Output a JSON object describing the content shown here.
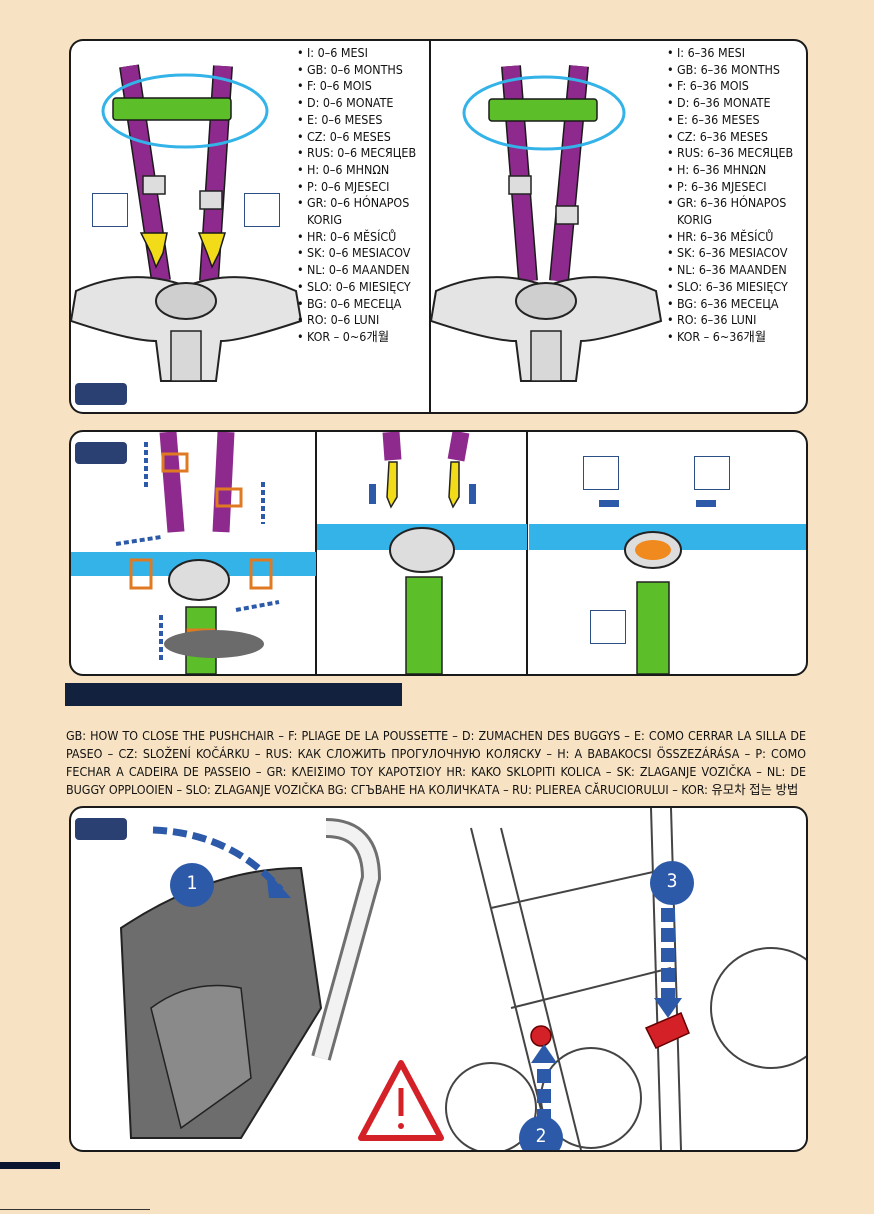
{
  "panel_top_left": {
    "langs": [
      "I: 0–6 MESI",
      "GB: 0–6 MONTHS",
      "F: 0–6 MOIS",
      "D: 0–6 MONATE",
      "E: 0–6 MESES",
      "CZ: 0–6 MESES",
      "RUS: 0–6 МЕСЯЦЕВ",
      "H: 0–6 ΜΗΝΩΝ",
      "P: 0–6 MJESECI",
      "GR: 0–6 HÓNAPOS KORIG",
      "HR: 0–6 MĚSÍCŮ",
      "SK: 0–6 MESIACOV",
      "NL: 0–6 MAANDEN",
      "SLO: 0–6 MIESIĘCY",
      "BG: 0–6 МЕСЕЦА",
      "RO: 0–6 LUNI",
      "KOR – 0~6개월"
    ]
  },
  "panel_top_right": {
    "langs": [
      "I: 6–36 MESI",
      "GB: 6–36 MONTHS",
      "F: 6–36 MOIS",
      "D: 6–36 MONATE",
      "E: 6–36 MESES",
      "CZ: 6–36 MESES",
      "RUS: 6–36 МЕСЯЦЕВ",
      "H: 6–36 ΜΗΝΩΝ",
      "P: 6–36 MJESECI",
      "GR: 6–36 HÓNAPOS KORIG",
      "HR: 6–36 MĚSÍCŮ",
      "SK: 6–36 MESIACOV",
      "NL: 6–36 MAANDEN",
      "SLO: 6–36 MIESIĘCY",
      "BG: 6–36 МЕСЕЦА",
      "RO: 6–36 LUNI",
      "KOR – 6~36개월"
    ]
  },
  "fold_instructions": "GB: HOW TO CLOSE THE PUSHCHAIR – F: PLIAGE DE LA POUSSETTE – D: ZUMACHEN DES BUGGYS – E: COMO CERRAR LA SILLA DE PASEO – CZ: SLOŽENÍ KOČÁRKU – RUS: КАК СЛОЖИТЬ ПРОГУЛОЧНУЮ КОЛЯСКУ – H: A BABAKOCSI ÖSSZEZÁRÁSA – P: COMO FECHAR A CADEIRA DE PASSEIO – GR: ΚΛΕΙΣΙΜΟ ΤΟΥ ΚΑΡΟΤΣΙΟΥ HR: KAKO SKLOPITI KOLICA – SK: ZLAGANJE VOZIČKA – NL: DE BUGGY OPPLOOIEN – SLO: ZLAGANJE VOZIČKA BG: СГЪВАНЕ НА КОЛИЧКАТА – RU: PLIEREA CĂRUCIORULUI – KOR: 유모차 접는 방법",
  "step_numbers": [
    "1",
    "2",
    "3"
  ],
  "colors": {
    "purple": "#8e2a8d",
    "green": "#5cbf2a",
    "cyan": "#33b3e8",
    "yellow": "#f2dc19",
    "arrow": "#2d5aa8",
    "red": "#cc1f2e",
    "navy": "#2a3f72",
    "background": "#f7e3c4"
  }
}
